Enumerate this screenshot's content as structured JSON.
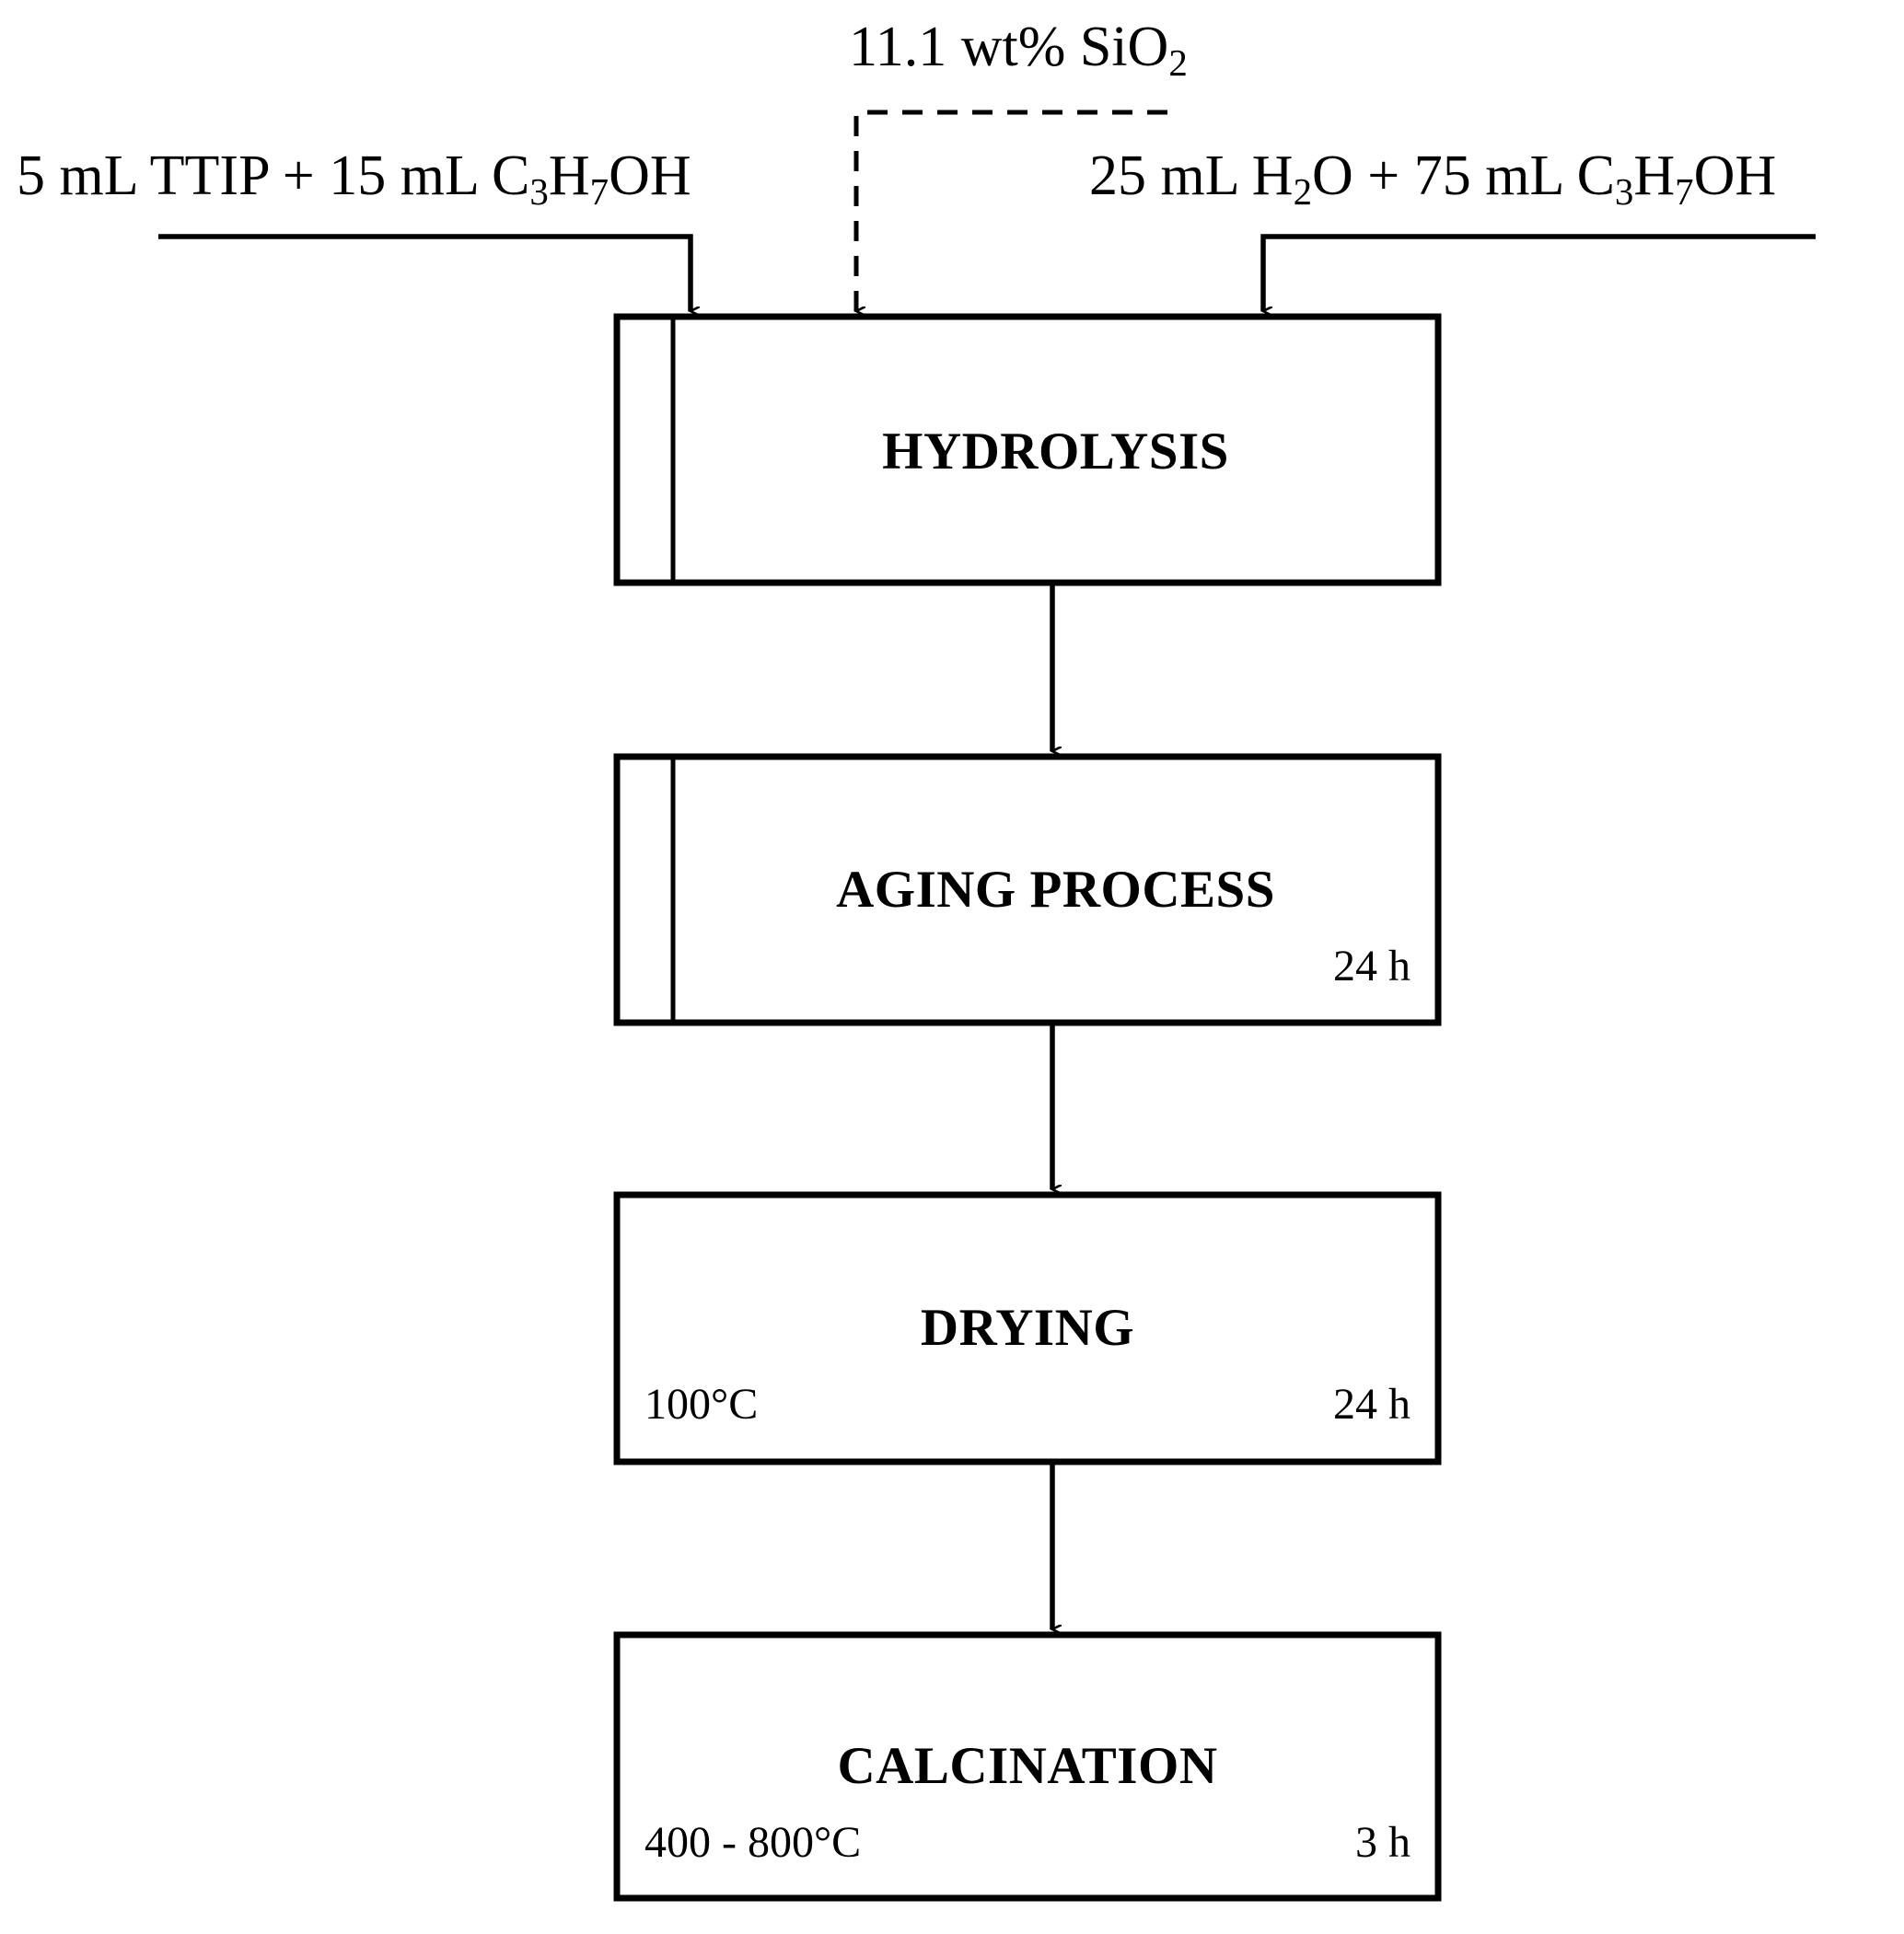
{
  "diagram": {
    "title": "Sol-gel synthesis flowchart",
    "ink_color": "#000000",
    "background_color": "#ffffff"
  },
  "inputs": {
    "precursor": {
      "text_parts": [
        "5 mL TTIP + 15 mL C",
        "3",
        "H",
        "7",
        "OH"
      ],
      "plain": "5 mL TTIP + 15 mL C3H7OH"
    },
    "aqueous": {
      "text_parts": [
        "25 mL H",
        "2",
        "O + 75 mL C",
        "3",
        "H",
        "7",
        "OH"
      ],
      "plain": "25 mL H2O + 75 mL C3H7OH"
    },
    "dopant": {
      "text_parts": [
        "11.1 wt% SiO",
        "2"
      ],
      "plain": "11.1 wt% SiO2",
      "line_style": "dashed"
    }
  },
  "steps": [
    {
      "id": "hydrolysis",
      "title": "HYDROLYSIS",
      "temperature": "",
      "duration": "",
      "has_inner_divider": true
    },
    {
      "id": "aging-process",
      "title": "AGING PROCESS",
      "temperature": "",
      "duration": "24 h",
      "has_inner_divider": true
    },
    {
      "id": "drying",
      "title": "DRYING",
      "temperature": "100°C",
      "duration": "24 h",
      "has_inner_divider": false
    },
    {
      "id": "calcination",
      "title": "CALCINATION",
      "temperature": "400 - 800°C",
      "duration": "3 h",
      "has_inner_divider": false
    }
  ]
}
